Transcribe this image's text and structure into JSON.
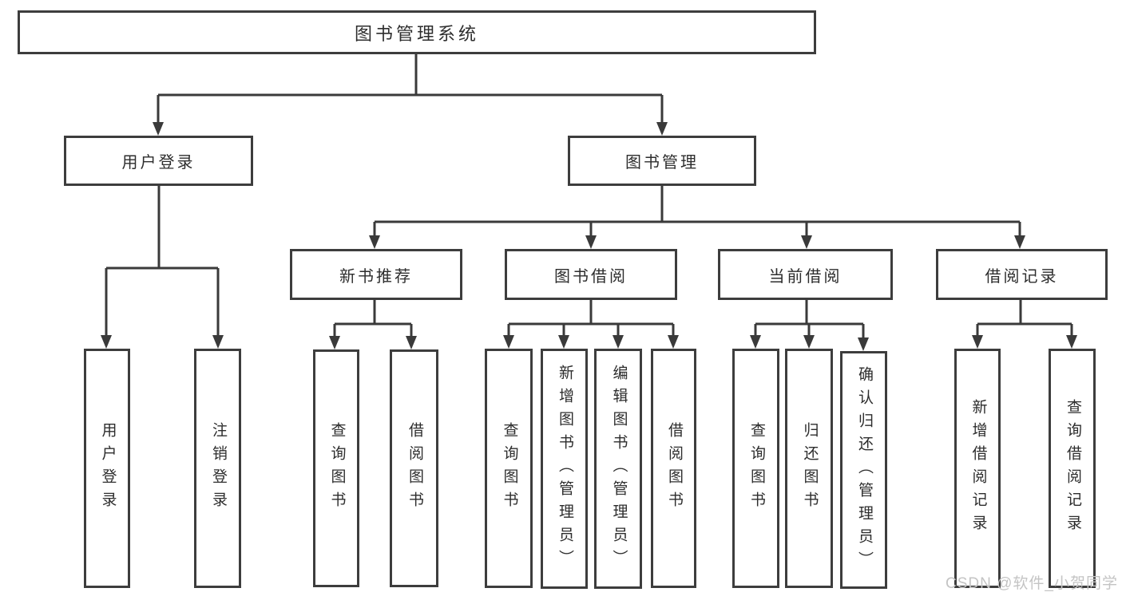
{
  "diagram_title": "图书管理系统",
  "nodes": {
    "root": "图书管理系统",
    "user_login": "用户登录",
    "book_management": "图书管理",
    "new_book_recommend": "新书推荐",
    "book_borrowing": "图书借阅",
    "current_borrowing": "当前借阅",
    "borrowing_records": "借阅记录",
    "leaf_user_login": "用户登录",
    "leaf_logout_login": "注销登录",
    "leaf_query_books_a": "查询图书",
    "leaf_borrow_books_a": "借阅图书",
    "leaf_query_books_b": "查询图书",
    "leaf_add_book_admin": "新增图书（管理员）",
    "leaf_edit_book_admin": "编辑图书（管理员）",
    "leaf_borrow_books_b": "借阅图书",
    "leaf_query_books_c": "查询图书",
    "leaf_return_books": "归还图书",
    "leaf_confirm_return_admin": "确认归还（管理员）",
    "leaf_add_borrow_record": "新增借阅记录",
    "leaf_query_borrow_record": "查询借阅记录"
  },
  "watermark": "CSDN @软件_小贺同学",
  "colors": {
    "line": "#3a3a3a",
    "border": "#3d3d3d",
    "text": "#2d2d2d",
    "watermark": "#c4c4c4",
    "background": "#ffffff"
  }
}
